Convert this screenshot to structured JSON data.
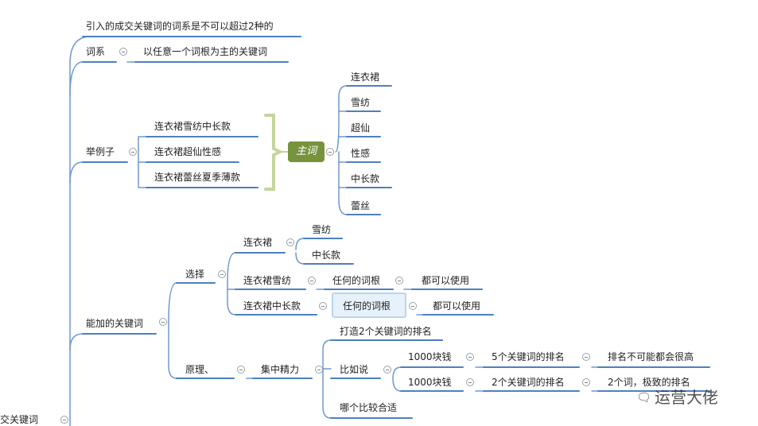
{
  "root": {
    "label": "成交关键词"
  },
  "rule": {
    "label": "引入的成交关键词的词系是不可以超过2种的"
  },
  "cixi": {
    "label": "词系",
    "child": "以任意一个词根为主的关键词"
  },
  "example": {
    "label": "举例子",
    "items": [
      "连衣裙雪纺中长款",
      "连衣裙超仙性感",
      "连衣裙蕾丝夏季薄款"
    ],
    "main": "主词",
    "words": [
      "连衣裙",
      "雪纺",
      "超仙",
      "性感",
      "中长款",
      "蕾丝"
    ]
  },
  "keywords": {
    "label": "能加的关键词",
    "select": {
      "label": "选择",
      "dress": {
        "label": "连衣裙",
        "children": [
          "雪纺",
          "中长款"
        ]
      },
      "chiffon": {
        "label": "连衣裙雪纺",
        "root": "任何的词根",
        "use": "都可以使用"
      },
      "midi": {
        "label": "连衣裙中长款",
        "root": "任何的词根",
        "use": "都可以使用"
      }
    },
    "principle": {
      "label": "原理、",
      "focus": "集中精力",
      "rank": "打造2个关键词的排名",
      "example": {
        "label": "比如说",
        "rows": [
          {
            "money": "1000块钱",
            "rank": "5个关键词的排名",
            "result": "排名不可能都会很高"
          },
          {
            "money": "1000块钱",
            "rank": "2个关键词的排名",
            "result": "2个词，极致的排名"
          }
        ]
      },
      "best": "哪个比较合适"
    }
  },
  "watermark": {
    "text": "运营大佬"
  },
  "colors": {
    "line": "#4f7fbf",
    "link": "#6e98cf",
    "main_topic": "#77933c",
    "brace": "#c3d69b",
    "selected_bg": "#e6f1fb",
    "selected_border": "#b9d5ee"
  }
}
